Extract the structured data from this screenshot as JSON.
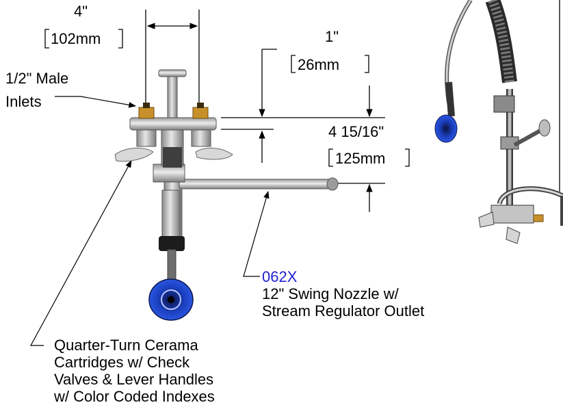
{
  "dimensions": {
    "inlet_spacing": {
      "inches": "4\"",
      "mm": "102mm"
    },
    "top_offset": {
      "inches": "1\"",
      "mm": "26mm"
    },
    "nozzle_drop": {
      "inches": "4 15/16\"",
      "mm": "125mm"
    }
  },
  "callouts": {
    "inlets": {
      "line1": "1/2\" Male",
      "line2": "Inlets"
    },
    "nozzle": {
      "part_number": "062X",
      "line1": "12\" Swing Nozzle w/",
      "line2": "Stream Regulator Outlet"
    },
    "cartridges": {
      "line1": "Quarter-Turn Cerama",
      "line2": "Cartridges w/ Check",
      "line3": "Valves & Lever Handles",
      "line4": "w/ Color Coded Indexes"
    }
  },
  "colors": {
    "line": "#000000",
    "part_number": "#1f1fd0",
    "metal": "#c9c9c9",
    "metal_dark": "#8a8a8a",
    "spray_head": "#1a3fbf",
    "brass": "#c8902a"
  }
}
